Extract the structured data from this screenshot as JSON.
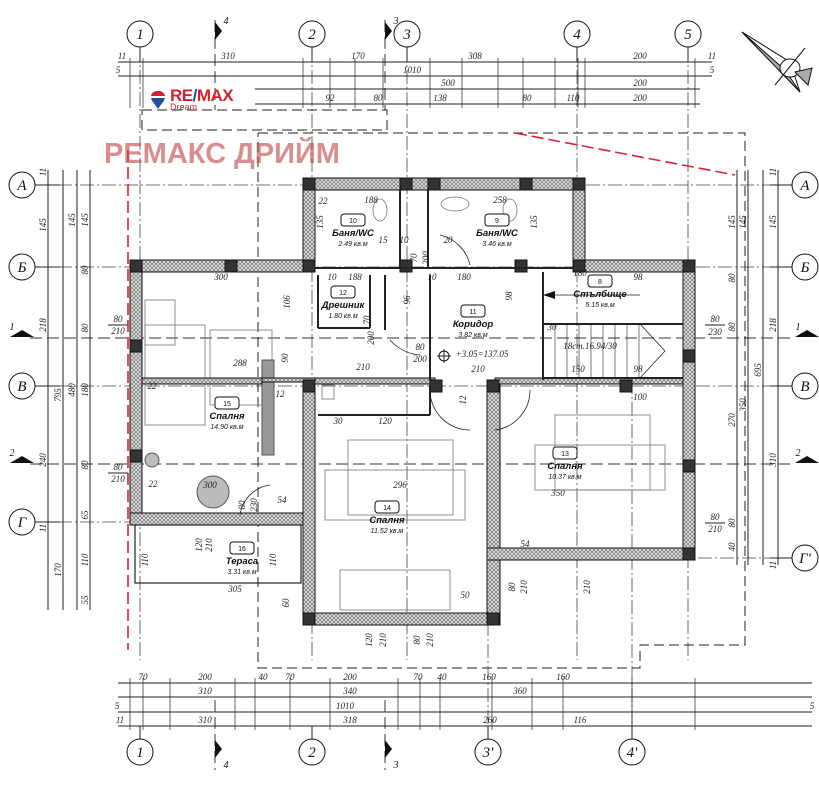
{
  "logo": {
    "brand": "RE/MAX",
    "brand_left": "RE",
    "brand_slash": "/",
    "brand_right": "MAX",
    "sub": "Dream"
  },
  "watermark": "РЕМАКС ДРИЙМ",
  "colors": {
    "wall_hatch": "#555555",
    "red_line": "#d9232e",
    "logo_red": "#d6202e",
    "logo_blue": "#1f4e9c",
    "watermark": "#c04848"
  },
  "axes": {
    "top": [
      "1",
      "2",
      "3",
      "4",
      "5"
    ],
    "bottom": [
      "1",
      "2",
      "3'",
      "4'"
    ],
    "left": [
      "А",
      "Б",
      "В",
      "Г"
    ],
    "right": [
      "А",
      "Б",
      "В",
      "Г'"
    ]
  },
  "section_marks": {
    "top": [
      "4",
      "3"
    ],
    "bottom": [
      "4",
      "3"
    ],
    "left": [
      "1",
      "2"
    ],
    "right": [
      "1",
      "2"
    ]
  },
  "rooms": [
    {
      "number": "10",
      "name": "Баня/WC",
      "area": "2.49 кв.м"
    },
    {
      "number": "9",
      "name": "Баня/WC",
      "area": "3.46 кв.м"
    },
    {
      "number": "12",
      "name": "Дрешник",
      "area": "1.80 кв.м"
    },
    {
      "number": "11",
      "name": "Коридор",
      "area": "3.82 кв.м"
    },
    {
      "number": "8",
      "name": "Стълбище",
      "area": "5.15 кв.м"
    },
    {
      "number": "15",
      "name": "Спалня",
      "area": "14.90 кв.м"
    },
    {
      "number": "14",
      "name": "Спалня",
      "area": "11.52 кв.м"
    },
    {
      "number": "13",
      "name": "Спалня",
      "area": "10.37 кв.м"
    },
    {
      "number": "16",
      "name": "Тераса",
      "area": "3.31 кв.м"
    }
  ],
  "annotations": {
    "elevation": "+3.05=137.05",
    "stairs": "18ст.16.94/30"
  },
  "dimensions": {
    "top_row1": [
      "11",
      "310",
      "170",
      "308",
      "200",
      "11"
    ],
    "top_row2": [
      "5",
      "1010",
      "5"
    ],
    "top_row3": [
      "500",
      "200"
    ],
    "top_row4": [
      "92",
      "80",
      "138",
      "80",
      "110",
      "200"
    ],
    "bottom_row1": [
      "70",
      "200",
      "40",
      "70",
      "200",
      "70",
      "40",
      "160",
      "160"
    ],
    "bottom_row2": [
      "310",
      "340",
      "360"
    ],
    "bottom_row3": [
      "5",
      "1010",
      "5"
    ],
    "bottom_row4": [
      "11",
      "310",
      "318",
      "260",
      "116"
    ],
    "left_col1": [
      "11",
      "145",
      "218",
      "240",
      "11"
    ],
    "left_col2": [
      "795",
      "170"
    ],
    "left_col3": [
      "145",
      "480"
    ],
    "left_col4": [
      "145",
      "80",
      "80",
      "180",
      "80",
      "65",
      "110",
      "55"
    ],
    "left_openings": [
      "80",
      "210",
      "80",
      "210"
    ],
    "right_col1": [
      "145",
      "80",
      "80",
      "270",
      "80",
      "40"
    ],
    "right_col2": [
      "145",
      "350"
    ],
    "right_col3": [
      "695"
    ],
    "right_col4": [
      "11",
      "145",
      "218",
      "310",
      "11"
    ],
    "right_openings": [
      "80",
      "230",
      "80",
      "210"
    ],
    "interior": [
      "22",
      "188",
      "135",
      "15",
      "10",
      "20",
      "258",
      "135",
      "70",
      "200",
      "10",
      "188",
      "300",
      "106",
      "70",
      "200",
      "96",
      "10",
      "180",
      "98",
      "180",
      "98",
      "30",
      "150",
      "98",
      "80",
      "200",
      "210",
      "210",
      "288",
      "90",
      "22",
      "12",
      "30",
      "120",
      "12",
      "100",
      "296",
      "350",
      "22",
      "300",
      "54",
      "54",
      "230",
      "120",
      "210",
      "305",
      "110",
      "110",
      "80",
      "210",
      "80",
      "210",
      "50",
      "120",
      "210",
      "80",
      "210",
      "60"
    ]
  }
}
